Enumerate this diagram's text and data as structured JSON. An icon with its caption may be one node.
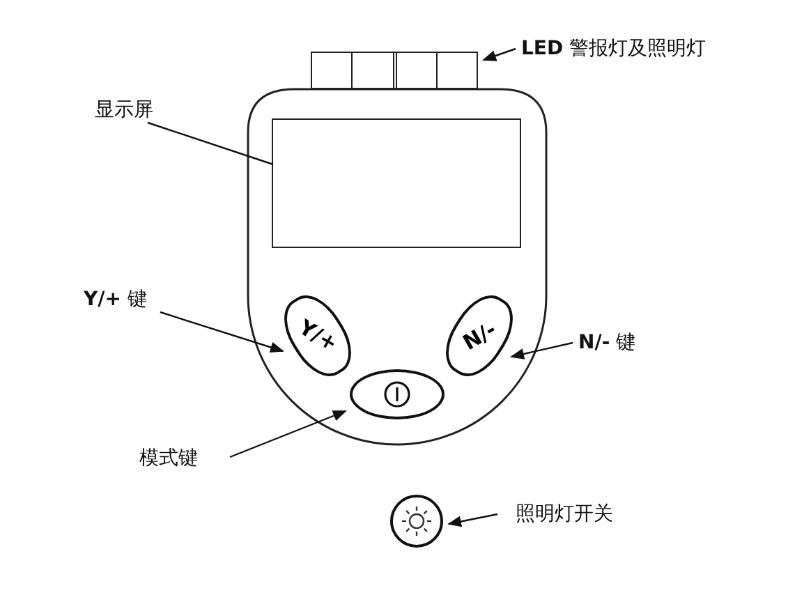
{
  "diagram": {
    "nodes": [
      {
        "text": [
          "**LED** 警报灯及照明灯"
        ]
      },
      {
        "text": [],
        "shape": "box"
      },
      {
        "text": [
          "显示屏"
        ]
      },
      {
        "text": [],
        "shape": "box"
      },
      {
        "text": [
          "**Y/+** 键"
        ]
      },
      {
        "text": [
          "Y/+"
        ]
      },
      {
        "text": [
          "**N/-** 键"
        ]
      },
      {
        "text": [
          "N/-"
        ]
      },
      {
        "text": [
          "模式键"
        ]
      },
      {
        "text": [],
        "shape": "oval"
      },
      {
        "text": [
          "照明灯开关"
        ]
      },
      {
        "text": [],
        "shape": "circle"
      }
    ],
    "edges": [
      {
        "from": 0,
        "to": 1,
        "arrow": "to"
      },
      {
        "from": 2,
        "to": 3,
        "arrow": "none"
      },
      {
        "from": 4,
        "to": 5,
        "arrow": "to"
      },
      {
        "from": 6,
        "to": 7,
        "arrow": "to"
      },
      {
        "from": 8,
        "to": 9,
        "arrow": "to"
      },
      {
        "from": 10,
        "to": 11,
        "arrow": "to"
      }
    ]
  }
}
